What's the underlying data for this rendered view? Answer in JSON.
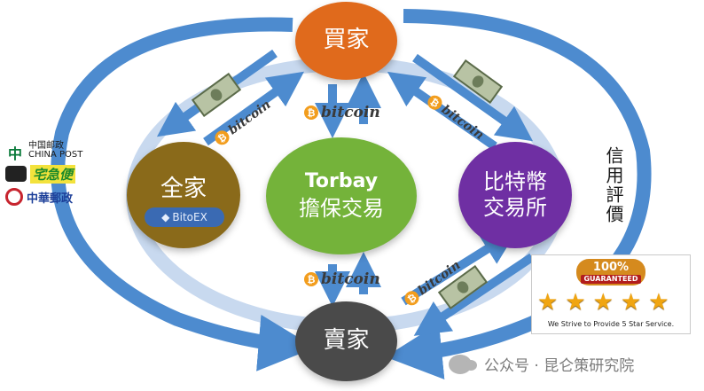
{
  "colors": {
    "buyer": "#e06a1c",
    "seller": "#4a4a4a",
    "center": "#74b33a",
    "store": "#8a6a1a",
    "exchange": "#6f2fa3",
    "ring": "#c8d9ef",
    "arrow": "#4d8bcf"
  },
  "nodes": {
    "buyer": "買家",
    "seller": "賣家",
    "center_title": "Torbay",
    "center_label": "擔保交易",
    "store": "全家",
    "exchange_line1": "比特幣",
    "exchange_line2": "交易所"
  },
  "bitoex": "BitoEX",
  "bitcoin": "bitcoin",
  "rating_label": "信用評價",
  "logos": {
    "post_cn": "中国邮政",
    "post_en": "CHINA POST",
    "takkyubin": "宅急便",
    "chunghwa": "中華郵政"
  },
  "guarantee": {
    "seal_top": "100%",
    "seal_sub": "GUARANTEED",
    "motto": "We Strive to Provide 5 Star Service.",
    "stars": 5
  },
  "watermark": "公众号 · 昆仑策研究院",
  "icons": [
    "bitcoin-coin-icon",
    "dollar-bill-icon",
    "star-icon",
    "wechat-icon"
  ]
}
